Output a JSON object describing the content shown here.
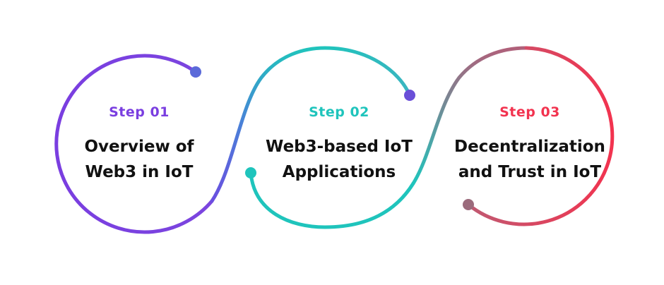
{
  "steps": [
    {
      "label": "Step 01",
      "title_line1": "Overview of",
      "title_line2": "Web3 in IoT",
      "color": "#7a3ee0"
    },
    {
      "label": "Step 02",
      "title_line1": "Web3-based IoT",
      "title_line2": "Applications",
      "color": "#1fc4bc"
    },
    {
      "label": "Step 03",
      "title_line1": "Decentralization",
      "title_line2": "and Trust in IoT",
      "color": "#f2334f"
    }
  ],
  "colors": {
    "purple": "#7a3ee0",
    "blue": "#4a6fd9",
    "teal": "#1fc4bc",
    "mauve": "#9b6b7c",
    "red": "#f2334f",
    "title_text": "#111111"
  }
}
